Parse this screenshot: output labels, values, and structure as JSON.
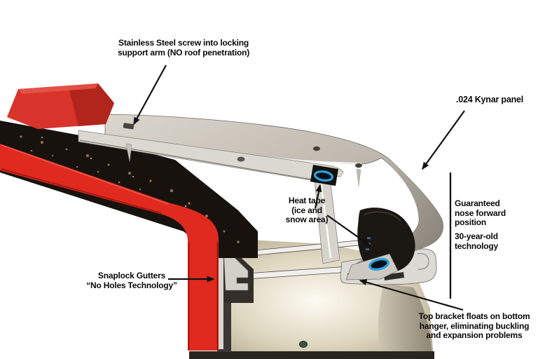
{
  "figure": {
    "type": "annotated-product-diagram",
    "subject": "Snaplock gutter and roof panel cross-section",
    "background": "#ffffff",
    "colors": {
      "gutter_red": "#e02a1f",
      "gutter_red_dark": "#a8170f",
      "flap_red": "#d8342b",
      "flap_red_dark": "#b2251c",
      "panel_gray_light": "#d6d1c8",
      "panel_gray_dark": "#8f8a82",
      "shingle_black": "#17120d",
      "heat_tape_blue": "#2ba2dc",
      "stand_tan": "#cfc5ad",
      "annotation_black": "#111111"
    },
    "annotations": {
      "screw": {
        "name": "stainless-steel-screw",
        "lines": [
          "Stainless Steel screw into locking",
          "support arm (NO roof penetration)"
        ]
      },
      "kynar": {
        "name": "kynar-panel",
        "text": ".024 Kynar panel"
      },
      "heat_tape": {
        "name": "heat-tape",
        "lines": [
          "Heat tape",
          "(ice and",
          "snow area)"
        ]
      },
      "nose": {
        "name": "nose-forward-position",
        "lines": [
          "Guaranteed",
          "nose forward",
          "position"
        ]
      },
      "technology": {
        "name": "thirty-year-technology",
        "lines": [
          "30-year-old",
          "technology"
        ]
      },
      "snaplock": {
        "name": "snaplock-gutters",
        "lines": [
          "Snaplock Gutters",
          "“No Holes Technology”"
        ]
      },
      "bracket": {
        "name": "top-bracket-floats",
        "lines": [
          "Top bracket floats on bottom",
          "hanger, eliminating buckling",
          "and expansion problems"
        ]
      }
    }
  }
}
